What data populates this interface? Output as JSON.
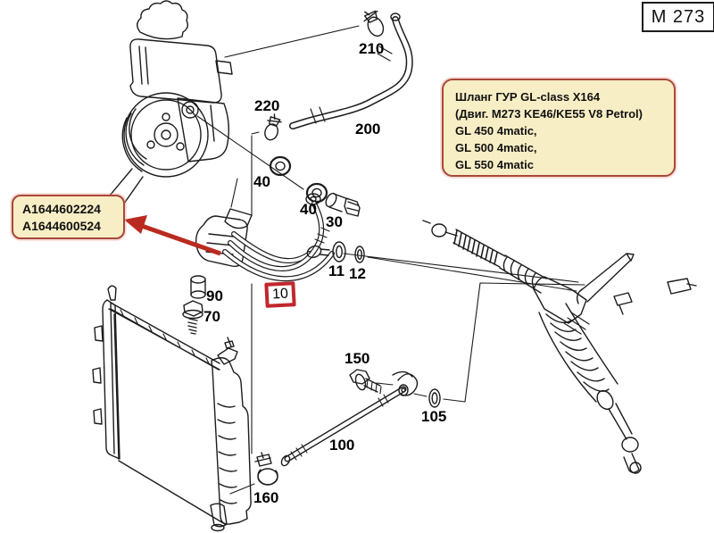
{
  "engine_box": {
    "label": "M 273"
  },
  "info_box": {
    "line1": "Шланг ГУР GL-class X164",
    "line2": "(Двиг. M273 KE46/KE55 V8 Petrol)",
    "line3": "GL 450 4matic,",
    "line4": "GL 500 4matic,",
    "line5": "GL 550 4matic"
  },
  "part_number_box": {
    "line1": "A1644602224",
    "line2": "A1644600524"
  },
  "highlight": {
    "label": "10"
  },
  "callouts": {
    "c210": "210",
    "c220": "220",
    "c200": "200",
    "c40a": "40",
    "c40b": "40",
    "c30": "30",
    "c11": "11",
    "c12": "12",
    "c90": "90",
    "c70": "70",
    "c150": "150",
    "c105": "105",
    "c100": "100",
    "c160": "160"
  },
  "colors": {
    "label_box_fill": "#f8eec5",
    "label_box_border": "#a8473a",
    "highlight_red": "#c1272d",
    "arrow_red": "#b92b20",
    "line_color": "#1c1c1c"
  }
}
